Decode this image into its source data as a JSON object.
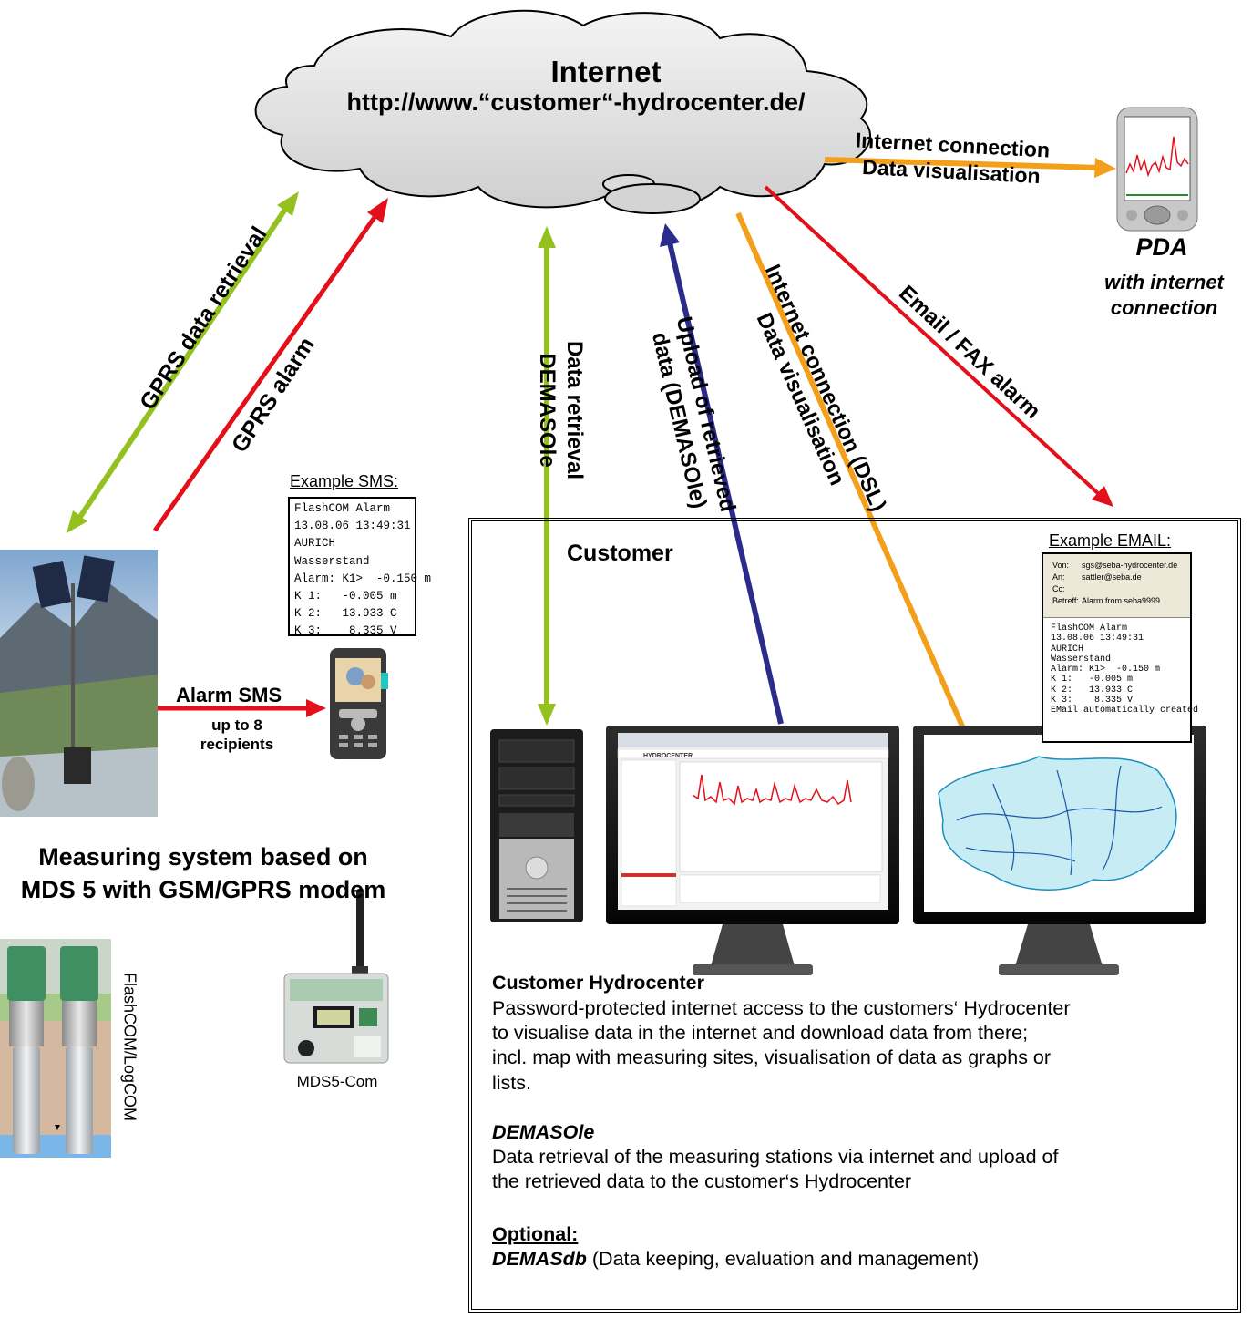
{
  "internet": {
    "title": "Internet",
    "url": "http://www.“customer“-hydrocenter.de/"
  },
  "arrows": {
    "gprs_retrieval": "GPRS data retrieval",
    "gprs_alarm": "GPRS alarm",
    "data_retrieval_line1": "Data retrieval",
    "data_retrieval_line2": "DEMASOle",
    "upload_line1": "Upload of retrieved",
    "upload_line2": "data  (DEMASOle)",
    "inet_dsl_line1": "Internet connection  (DSL)",
    "inet_dsl_line2": "Data visualisation",
    "email_fax": "Email / FAX alarm",
    "pda_line1": "Internet connection",
    "pda_line2": "Data visualisation",
    "alarm_sms": "Alarm SMS",
    "sms_recipients_line1": "up to 8",
    "sms_recipients_line2": "recipients"
  },
  "pda": {
    "title": "PDA",
    "subtitle_line1": "with internet",
    "subtitle_line2": "connection"
  },
  "sms": {
    "caption": "Example SMS:",
    "lines": [
      "FlashCOM Alarm",
      "13.08.06 13:49:31",
      "AURICH",
      "Wasserstand",
      "Alarm: K1>  -0.150 m",
      "K 1:   -0.005 m",
      "K 2:   13.933 C",
      "K 3:    8.335 V"
    ]
  },
  "email": {
    "caption": "Example EMAIL:",
    "header": [
      {
        "k": "Von:",
        "v": "sgs@seba-hydrocenter.de"
      },
      {
        "k": "An:",
        "v": "sattler@seba.de"
      },
      {
        "k": "Cc:",
        "v": ""
      },
      {
        "k": "Betreff:",
        "v": "Alarm from seba9999"
      }
    ],
    "lines": [
      "FlashCOM Alarm",
      "13.08.06 13:49:31",
      "AURICH",
      "Wasserstand",
      "Alarm: K1>  -0.150 m",
      "K 1:   -0.005 m",
      "K 2:   13.933 C",
      "K 3:    8.335 V",
      "EMail automatically created"
    ]
  },
  "measuring": {
    "title_line1": "Measuring system based on",
    "title_line2": "MDS 5 with GSM/GPRS modem",
    "flashcom_label": "FlashCOM/LogCOM",
    "mds_label": "MDS5-Com"
  },
  "customer": {
    "title": "Customer",
    "hydro_heading": "Customer Hydrocenter",
    "hydro_text": [
      "Password-protected internet access to the customers‘ Hydrocenter",
      "to visualise data in the internet and download data from there;",
      "incl. map with measuring sites, visualisation of data as graphs or",
      "lists."
    ],
    "demasole_heading": "DEMASOle",
    "demasole_text": [
      "Data retrieval of the measuring stations via internet and upload of",
      "the retrieved data to the customer‘s Hydrocenter"
    ],
    "optional_heading": "Optional:",
    "demasdb_name": "DEMASdb",
    "demasdb_text": " (Data keeping, evaluation and management)"
  },
  "screen": {
    "brand": "HYDROCENTER"
  },
  "colors": {
    "green": "#94c11f",
    "red": "#e3101b",
    "orange": "#f39f1a",
    "navy": "#2b2b8c"
  }
}
